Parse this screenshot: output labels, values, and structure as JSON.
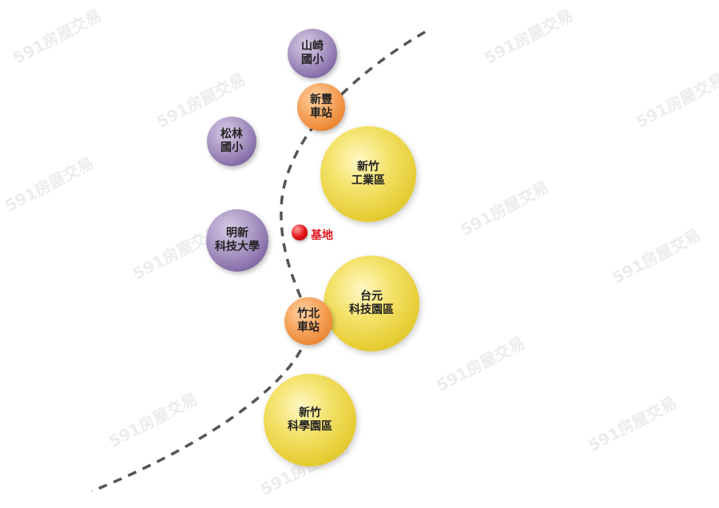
{
  "watermark": "591房屋交易",
  "site": {
    "label": "基地",
    "color": "#e0141a"
  },
  "nodes": {
    "shanqi": {
      "line1": "山崎",
      "line2": "國小"
    },
    "xinfeng": {
      "line1": "新豐",
      "line2": "車站"
    },
    "songlin": {
      "line1": "松林",
      "line2": "國小"
    },
    "hsinchu_industrial": {
      "line1": "新竹",
      "line2": "工業區"
    },
    "mingxin": {
      "line1": "明新",
      "line2": "科技大學"
    },
    "taiyuan": {
      "line1": "台元",
      "line2": "科技園區"
    },
    "zhubei": {
      "line1": "竹北",
      "line2": "車站"
    },
    "hsinchu_science": {
      "line1": "新竹",
      "line2": "科學園區"
    }
  },
  "colors": {
    "school": "#8c74ad",
    "station": "#f0903e",
    "park": "#ead44a",
    "route": "#555555"
  }
}
